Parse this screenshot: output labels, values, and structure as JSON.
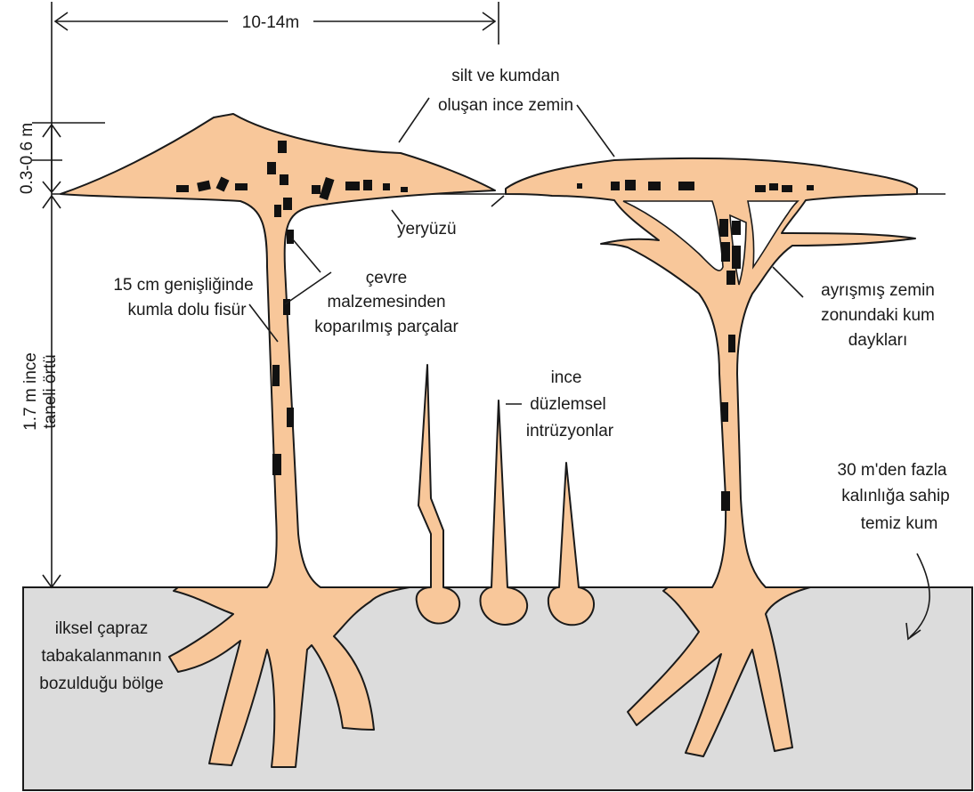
{
  "dimensions": {
    "width_label": "10-14m",
    "mound_height_label": "0.3-0.6 m",
    "cover_thickness_label_line1": "1.7 m ince",
    "cover_thickness_label_line2": "taneli örtü"
  },
  "labels": {
    "silt_line1": "silt ve kumdan",
    "silt_line2": "oluşan ince zemin",
    "ground_surface": "yeryüzü",
    "fissure_line1": "15 cm genişliğinde",
    "fissure_line2": "kumla dolu fisür",
    "fragments_line1": "çevre",
    "fragments_line2": "malzemesinden",
    "fragments_line3": "koparılmış parçalar",
    "weathered_line1": "ayrışmış zemin",
    "weathered_line2": "zonundaki kum",
    "weathered_line3": "daykları",
    "planar_line1": "ince",
    "planar_line2": "düzlemsel",
    "planar_line3": "intrüzyonlar",
    "sand_line1": "30 m'den fazla",
    "sand_line2": "kalınlığa sahip",
    "sand_line3": "temiz kum",
    "disturbed_line1": "ilksel çapraz",
    "disturbed_line2": "tabakalanmanın",
    "disturbed_line3": "bozulduğu bölge"
  },
  "colors": {
    "sand_fill": "#f8c79a",
    "base_layer": "#dcdcdc",
    "outline": "#1a1a1a",
    "fragments": "#111111"
  }
}
